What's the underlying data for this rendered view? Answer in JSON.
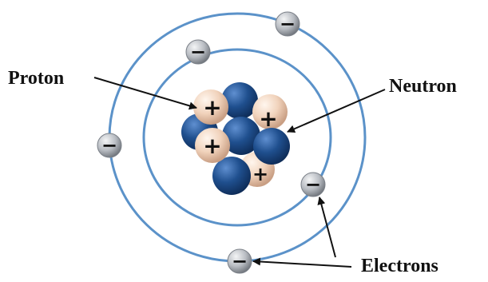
{
  "labels": {
    "proton": "Proton",
    "neutron": "Neutron",
    "electrons": "Electrons"
  },
  "symbols": {
    "proton_sign": "+",
    "electron_sign": "−"
  },
  "colors": {
    "orbit": "#5b92c9",
    "proton_fill": "#f1d3bc",
    "neutron_fill": "#1e4f8d",
    "electron_fill": "#b8bcc2",
    "arrow": "#111111",
    "text": "#111111"
  }
}
